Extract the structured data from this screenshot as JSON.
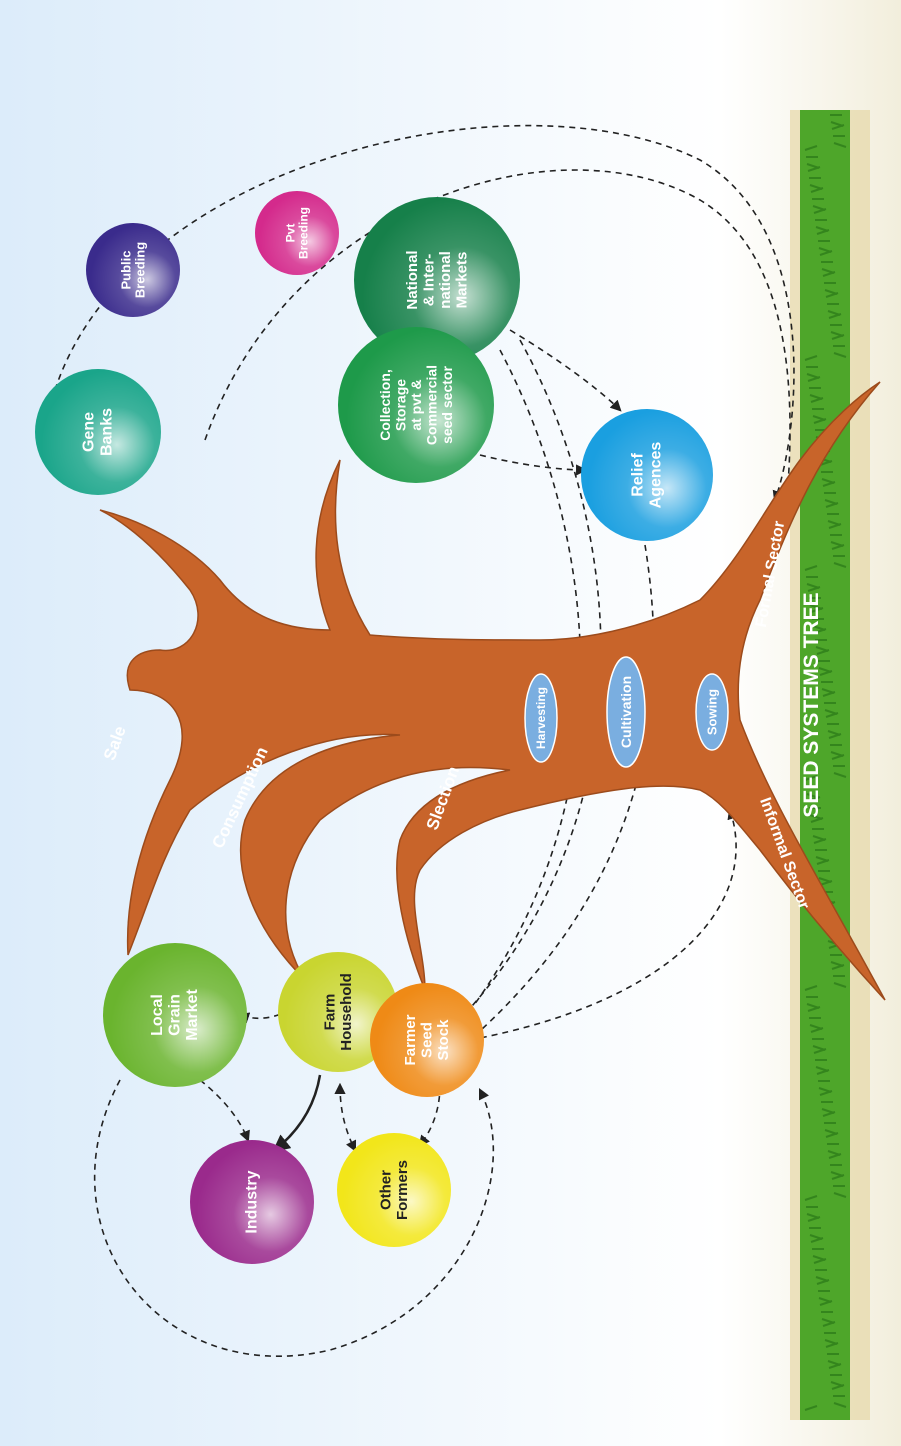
{
  "title": "SEED SYSTEMS TREE",
  "sectors": {
    "formal": "Formal Sector",
    "informal": "Informal Sector"
  },
  "branches": {
    "sale": "Sale",
    "consumption": "Consumption",
    "selection": "Slection"
  },
  "stages": {
    "harvesting": "Harvesting",
    "cultivation": "Cultivation",
    "sowing": "Sowing"
  },
  "nodes": {
    "gene_banks": [
      "Gene",
      "Banks"
    ],
    "public_breeding": [
      "Public",
      "Breeding"
    ],
    "pvt_breeding": [
      "Pvt",
      "Breeding"
    ],
    "national_markets": [
      "National",
      "& Inter-",
      "national",
      "Markets"
    ],
    "collection_storage": [
      "Collection,",
      "Storage",
      "at pvt &",
      "Commercial",
      "seed sector"
    ],
    "relief_agences": [
      "Relief",
      "Agences"
    ],
    "local_grain_market": [
      "Local",
      "Grain",
      "Market"
    ],
    "farm_household": [
      "Farm",
      "Household"
    ],
    "farmer_seed_stock": [
      "Farmer",
      "Seed",
      "Stock"
    ],
    "industry": [
      "Industry"
    ],
    "other_formers": [
      "Other",
      "Formers"
    ]
  },
  "colors": {
    "trunk": "#c8642a",
    "gene_banks": "#1aa58a",
    "public_breeding": "#3a2b8c",
    "pvt_breeding": "#d42a8c",
    "national_markets": "#16804a",
    "collection_storage": "#1e9a4a",
    "relief_agences": "#1a9fe0",
    "local_grain_market": "#6ab42e",
    "farm_household": "#c9d530",
    "farmer_seed_stock": "#ef8a16",
    "industry": "#9a2a8c",
    "other_formers": "#f2e61a",
    "stage_oval": "#7aaee0",
    "grass": "#4ea62a"
  }
}
